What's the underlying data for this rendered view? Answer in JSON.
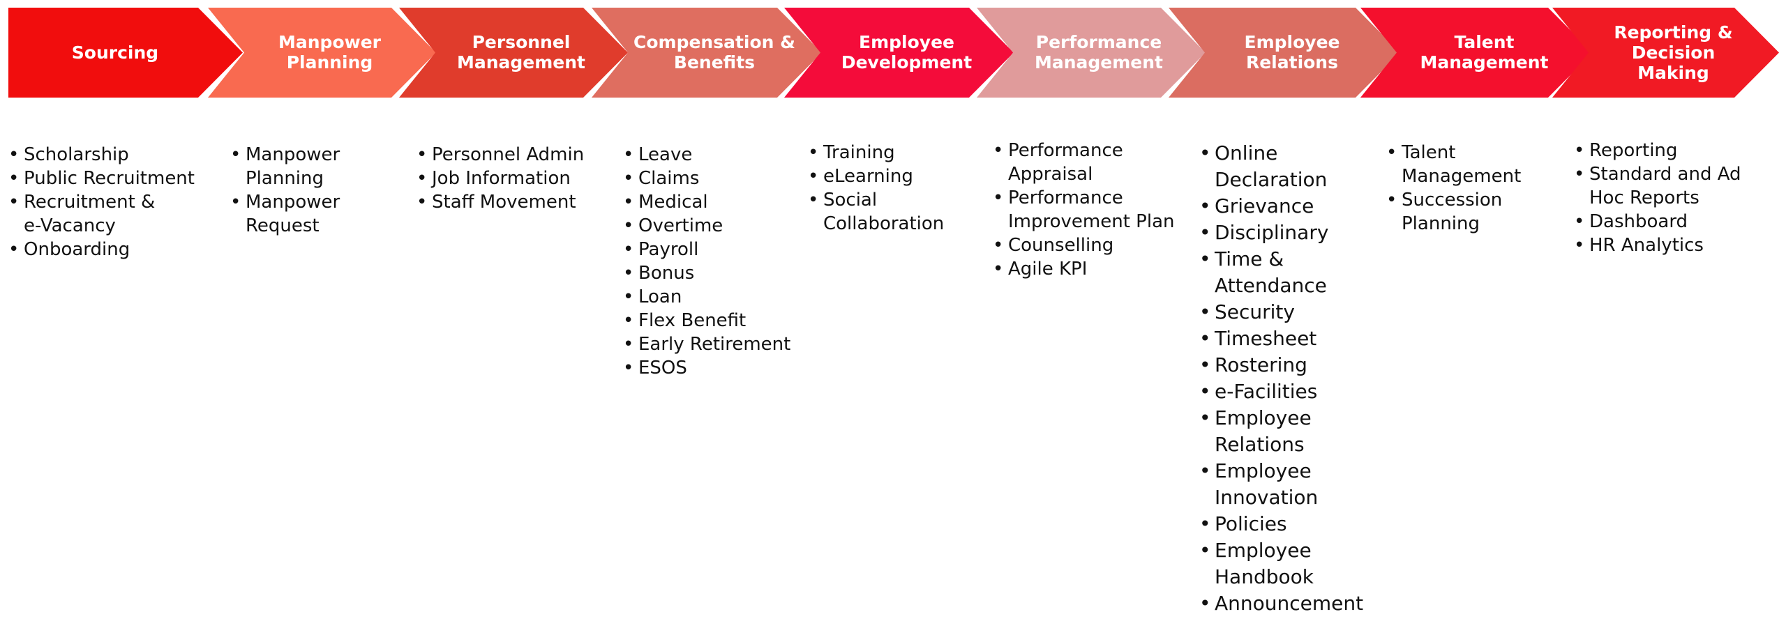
{
  "stages": [
    {
      "label": "Sourcing",
      "color": "#f10d0d",
      "items": [
        "Scholarship",
        "Public Recruitment",
        "Recruitment &\ne-Vacancy",
        "Onboarding"
      ]
    },
    {
      "label": "Manpower\nPlanning",
      "color": "#f96a50",
      "items": [
        "Manpower\nPlanning",
        "Manpower\nRequest"
      ]
    },
    {
      "label": "Personnel\nManagement",
      "color": "#e03c2c",
      "items": [
        "Personnel Admin",
        "Job Information",
        "Staff Movement"
      ]
    },
    {
      "label": "Compensation &\nBenefits",
      "color": "#df6e60",
      "items": [
        "Leave",
        "Claims",
        "Medical",
        "Overtime",
        "Payroll",
        "Bonus",
        "Loan",
        "Flex Benefit",
        "Early Retirement",
        "ESOS"
      ]
    },
    {
      "label": "Employee\nDevelopment",
      "color": "#f40c3a",
      "items": [
        "Training",
        "eLearning",
        "Social\nCollaboration"
      ]
    },
    {
      "label": "Performance\nManagement",
      "color": "#e09b9b",
      "items": [
        "Performance\nAppraisal",
        "Performance\nImprovement Plan",
        "Counselling",
        "Agile KPI"
      ]
    },
    {
      "label": "Employee\nRelations",
      "color": "#db6d61",
      "items": [
        "Online\nDeclaration",
        "Grievance",
        "Disciplinary",
        "Time &\nAttendance",
        "Security",
        "Timesheet",
        "Rostering",
        "e-Facilities",
        "Employee\nRelations",
        "Employee\nInnovation",
        "Policies",
        "Employee\nHandbook",
        "Announcement"
      ]
    },
    {
      "label": "Talent\nManagement",
      "color": "#f4102d",
      "items": [
        "Talent\nManagement",
        "Succession\nPlanning"
      ]
    },
    {
      "label": "Reporting &\nDecision\nMaking",
      "color": "#f11a24",
      "items": [
        "Reporting",
        "Standard and Ad\nHoc Reports",
        "Dashboard",
        "HR Analytics"
      ]
    }
  ]
}
